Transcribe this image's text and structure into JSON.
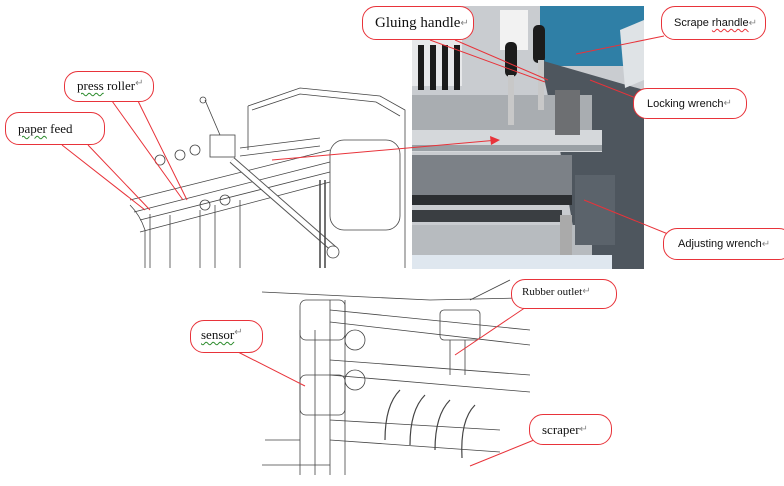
{
  "figure": {
    "photo_labels": {
      "gluing_handle": "Gluing handle",
      "scrape_handle_prefix": "Scrape ",
      "scrape_handle_wavy": "rhandle",
      "locking_wrench": "Locking wrench",
      "adjusting_wrench": "Adjusting wrench"
    },
    "drawing_labels": {
      "press_roller_wavy": "press",
      "press_roller_rest": " roller",
      "paper_feed_wavy": "paper",
      "paper_feed_rest": " feed",
      "rubber_outlet": "Rubber outlet",
      "sensor": "sensor",
      "scraper": "scraper"
    },
    "paragraph_mark": "↵",
    "callout_color": "#e8333a"
  }
}
